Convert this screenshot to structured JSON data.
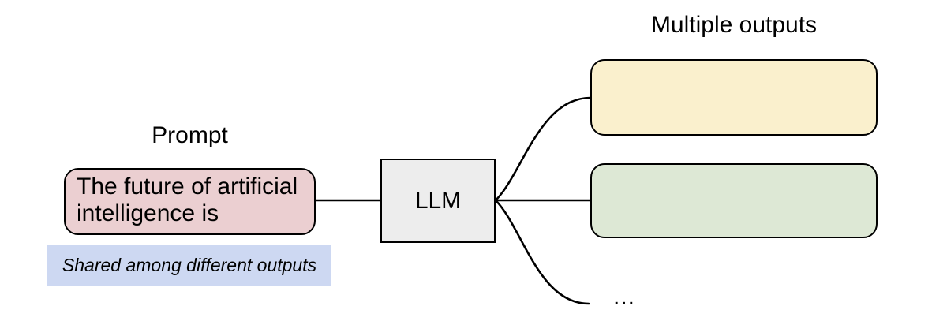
{
  "labels": {
    "prompt": "Prompt",
    "outputs": "Multiple outputs",
    "ellipsis": "..."
  },
  "prompt": {
    "text": "The future of artificial intelligence is",
    "note": "Shared among different outputs"
  },
  "llm": {
    "label": "LLM"
  },
  "colors": {
    "prompt-fill": "#ebcfd1",
    "llm-fill": "#ededed",
    "output-1-fill": "#faf0cd",
    "output-2-fill": "#dde8d5",
    "note-highlight": "#cdd8f2",
    "stroke": "#000000"
  }
}
